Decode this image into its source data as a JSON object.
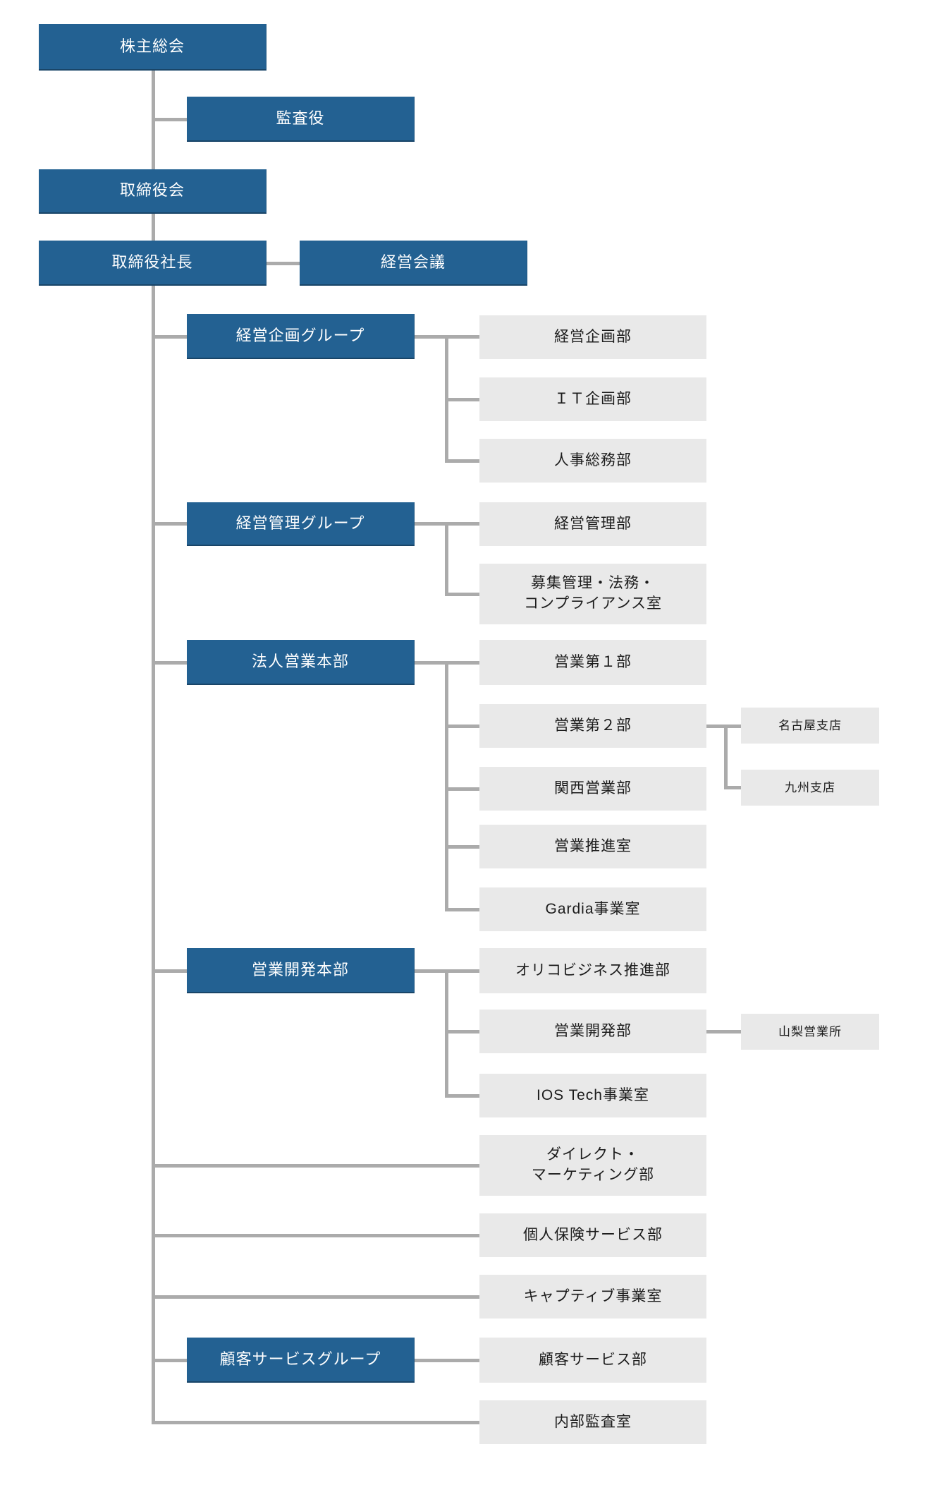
{
  "diagram": {
    "type": "organization-chart",
    "language": "ja"
  },
  "colors": {
    "background": "#ffffff",
    "primary_box": "#236192",
    "primary_text": "#ffffff",
    "secondary_box": "#e9e9e9",
    "secondary_text": "#1c1c1c",
    "connector": "#ababab"
  },
  "nodes": [
    {
      "id": "shareholders-meeting",
      "label": "株主総会",
      "type": "primary",
      "parent": null
    },
    {
      "id": "audit-officer",
      "label": "監査役",
      "type": "primary",
      "parent": "shareholders-meeting"
    },
    {
      "id": "board-of-directors",
      "label": "取締役会",
      "type": "primary",
      "parent": "shareholders-meeting"
    },
    {
      "id": "president",
      "label": "取締役社長",
      "type": "primary",
      "parent": "board-of-directors"
    },
    {
      "id": "management-council",
      "label": "経営会議",
      "type": "primary",
      "parent": "president"
    },
    {
      "id": "corporate-planning-group",
      "label": "経営企画グループ",
      "type": "primary",
      "parent": "president"
    },
    {
      "id": "corporate-planning-dept",
      "label": "経営企画部",
      "type": "secondary",
      "parent": "corporate-planning-group"
    },
    {
      "id": "it-planning-dept",
      "label": "ＩＴ企画部",
      "type": "secondary",
      "parent": "corporate-planning-group"
    },
    {
      "id": "hr-general-affairs-dept",
      "label": "人事総務部",
      "type": "secondary",
      "parent": "corporate-planning-group"
    },
    {
      "id": "management-control-group",
      "label": "経営管理グループ",
      "type": "primary",
      "parent": "president"
    },
    {
      "id": "management-control-dept",
      "label": "経営管理部",
      "type": "secondary",
      "parent": "management-control-group"
    },
    {
      "id": "recruitment-legal-compliance-office",
      "label": "募集管理・法務・\nコンプライアンス室",
      "type": "secondary",
      "parent": "management-control-group"
    },
    {
      "id": "corporate-sales-division",
      "label": "法人営業本部",
      "type": "primary",
      "parent": "president"
    },
    {
      "id": "sales-dept-1",
      "label": "営業第１部",
      "type": "secondary",
      "parent": "corporate-sales-division"
    },
    {
      "id": "sales-dept-2",
      "label": "営業第２部",
      "type": "secondary",
      "parent": "corporate-sales-division"
    },
    {
      "id": "nagoya-branch",
      "label": "名古屋支店",
      "type": "branch",
      "parent": "sales-dept-2"
    },
    {
      "id": "kansai-sales-dept",
      "label": "関西営業部",
      "type": "secondary",
      "parent": "corporate-sales-division"
    },
    {
      "id": "kyushu-branch",
      "label": "九州支店",
      "type": "branch",
      "parent": "sales-dept-2"
    },
    {
      "id": "sales-promotion-office",
      "label": "営業推進室",
      "type": "secondary",
      "parent": "corporate-sales-division"
    },
    {
      "id": "gardia-business-office",
      "label": "Gardia事業室",
      "type": "secondary",
      "parent": "corporate-sales-division"
    },
    {
      "id": "sales-development-division",
      "label": "営業開発本部",
      "type": "primary",
      "parent": "president"
    },
    {
      "id": "orico-business-promotion-dept",
      "label": "オリコビジネス推進部",
      "type": "secondary",
      "parent": "sales-development-division"
    },
    {
      "id": "sales-development-dept",
      "label": "営業開発部",
      "type": "secondary",
      "parent": "sales-development-division"
    },
    {
      "id": "yamanashi-sales-office",
      "label": "山梨営業所",
      "type": "branch",
      "parent": "sales-development-dept"
    },
    {
      "id": "ios-tech-business-office",
      "label": "IOS Tech事業室",
      "type": "secondary",
      "parent": "sales-development-division"
    },
    {
      "id": "direct-marketing-dept",
      "label": "ダイレクト・\nマーケティング部",
      "type": "secondary",
      "parent": "president"
    },
    {
      "id": "personal-insurance-service-dept",
      "label": "個人保険サービス部",
      "type": "secondary",
      "parent": "president"
    },
    {
      "id": "captive-business-office",
      "label": "キャプティブ事業室",
      "type": "secondary",
      "parent": "president"
    },
    {
      "id": "customer-service-group",
      "label": "顧客サービスグループ",
      "type": "primary",
      "parent": "president"
    },
    {
      "id": "customer-service-dept",
      "label": "顧客サービス部",
      "type": "secondary",
      "parent": "customer-service-group"
    },
    {
      "id": "internal-audit-office",
      "label": "内部監査室",
      "type": "secondary",
      "parent": "president"
    }
  ]
}
